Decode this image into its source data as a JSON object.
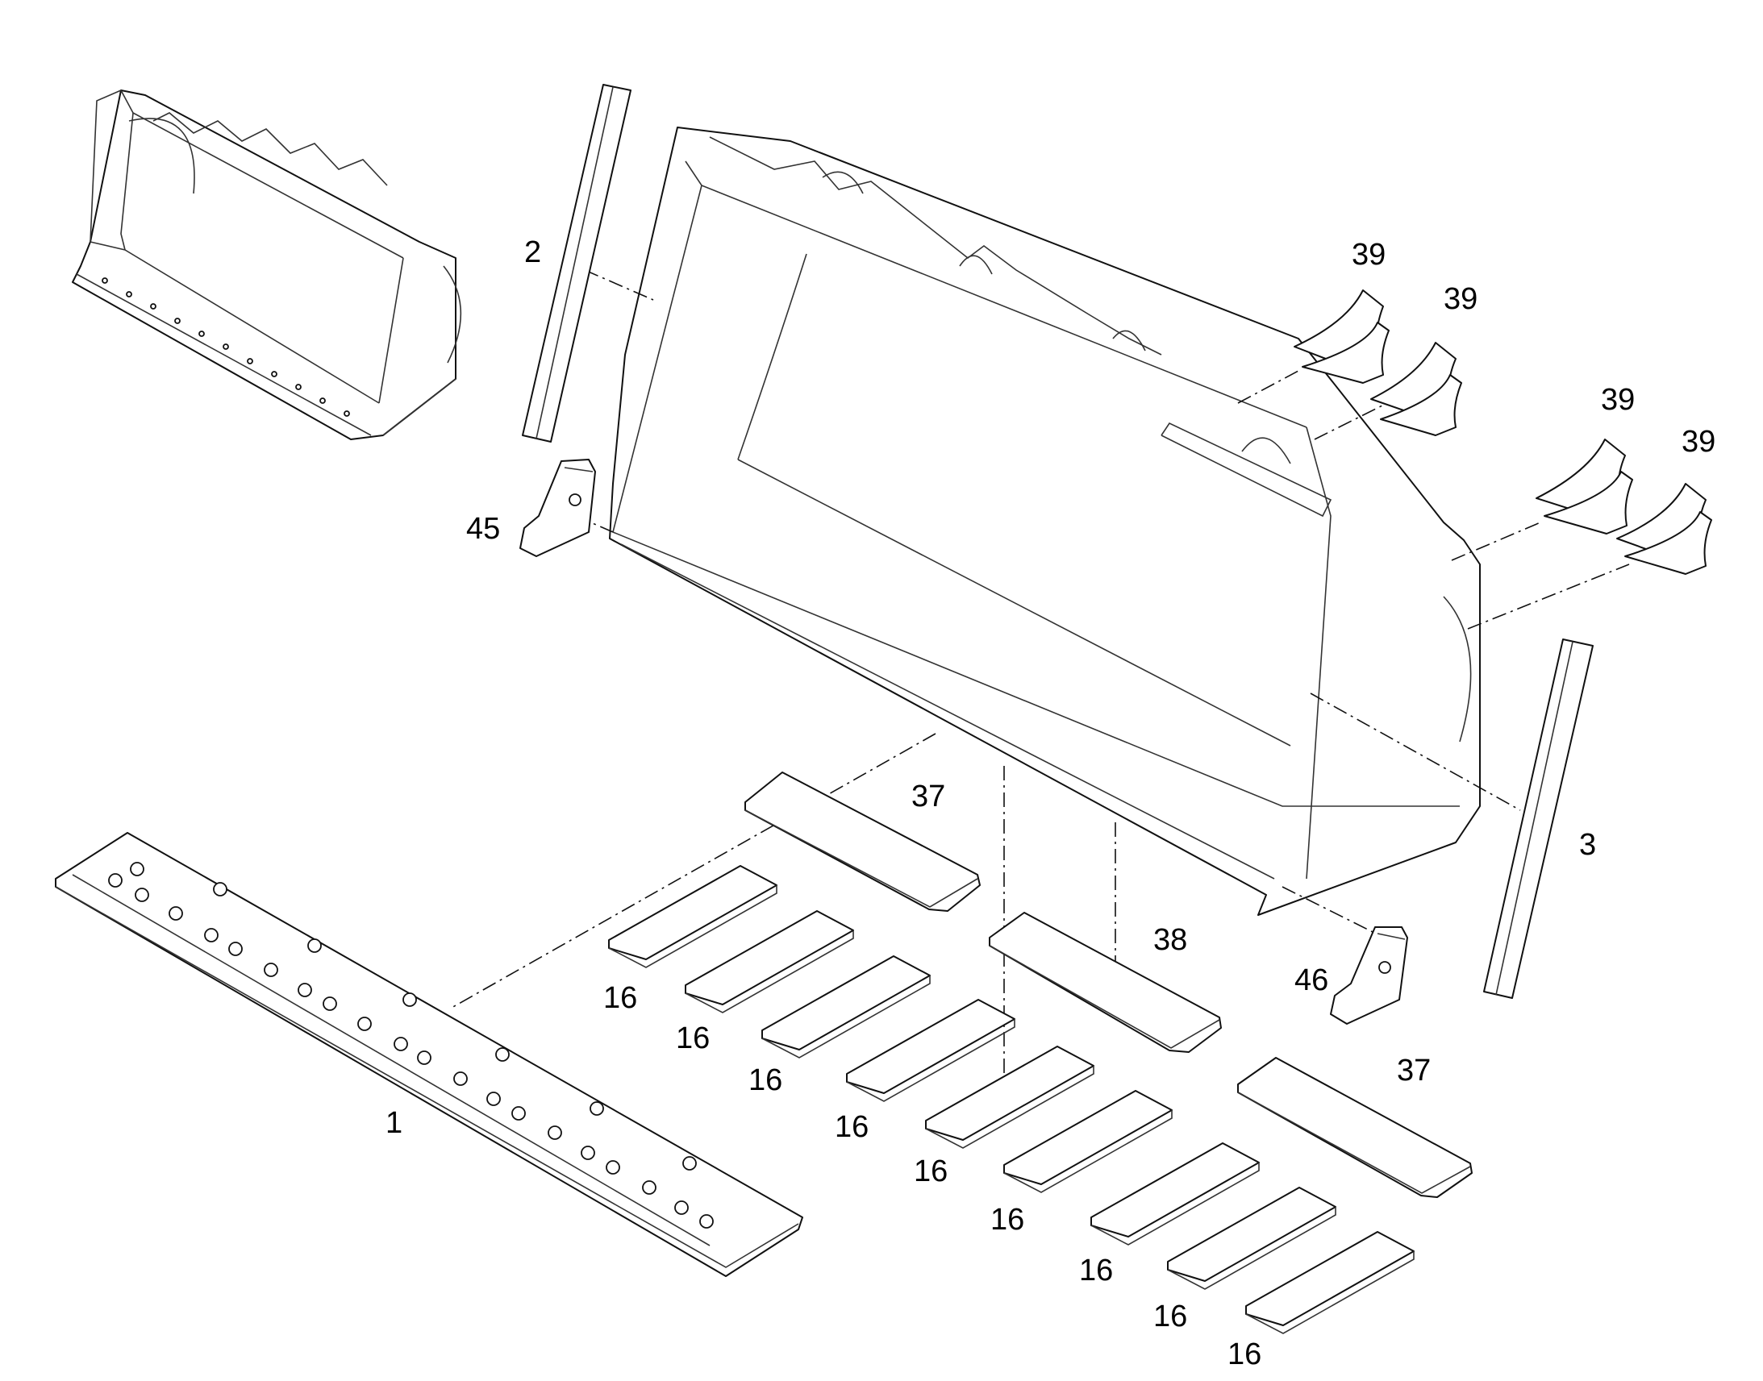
{
  "diagram": {
    "type": "exploded-parts-diagram",
    "subject": "loader bucket wear parts",
    "callouts": {
      "p1": "1",
      "p2": "2",
      "p3": "3",
      "p16": "16",
      "p37": "37",
      "p38": "38",
      "p39": "39",
      "p45": "45",
      "p46": "46"
    }
  }
}
